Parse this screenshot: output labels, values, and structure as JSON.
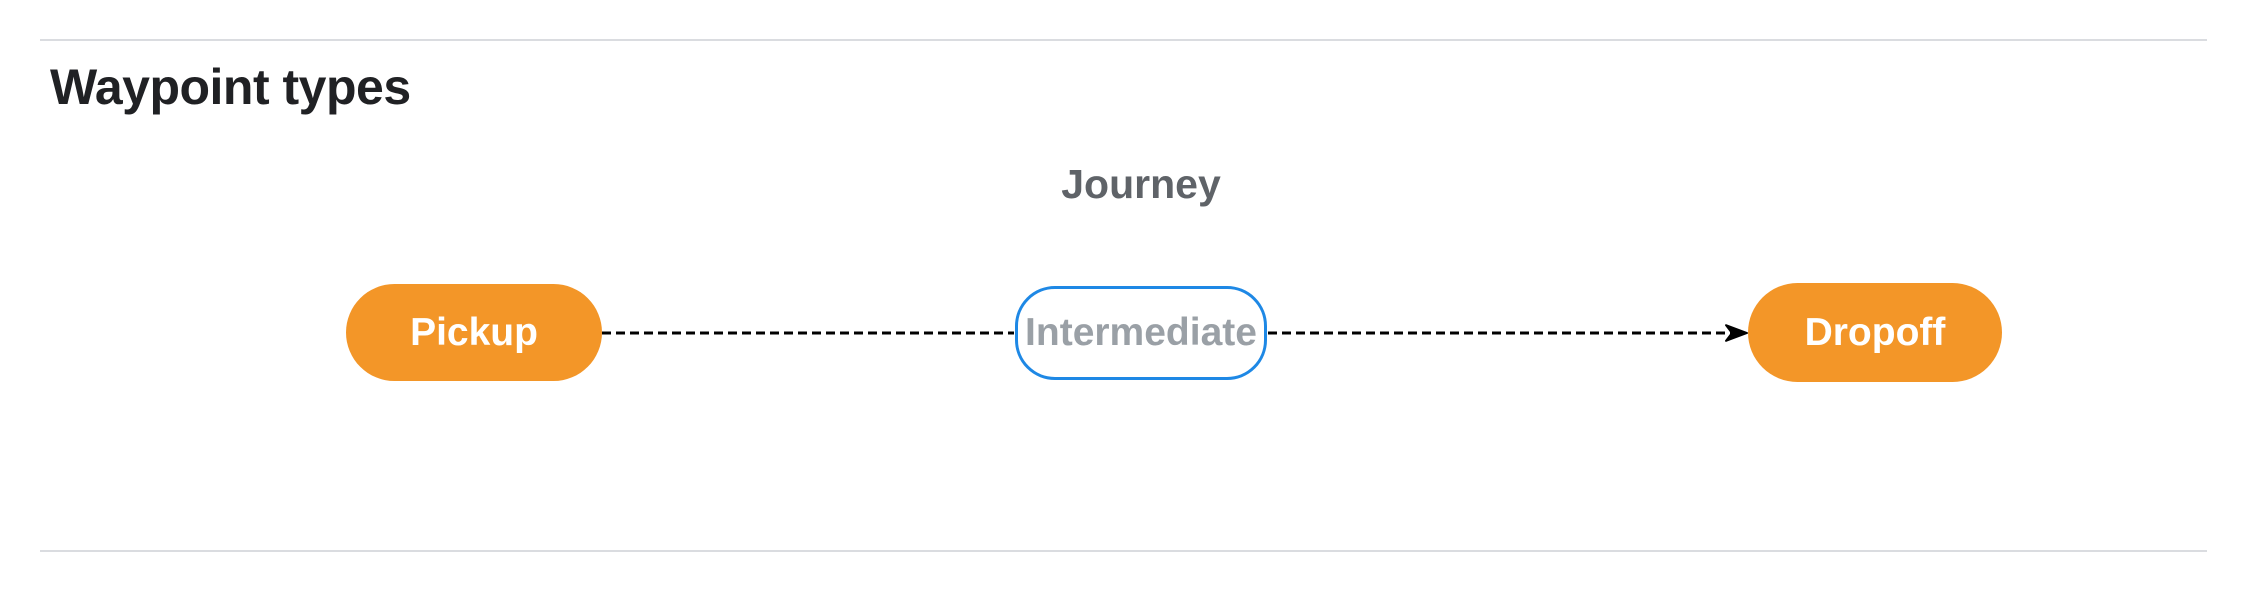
{
  "page": {
    "heading": "Waypoint types"
  },
  "diagram": {
    "group_label": "Journey",
    "nodes": [
      {
        "id": "pickup",
        "label": "Pickup",
        "style": "filled"
      },
      {
        "id": "intermediate",
        "label": "Intermediate",
        "style": "outlined"
      },
      {
        "id": "dropoff",
        "label": "Dropoff",
        "style": "filled"
      }
    ],
    "edges": [
      {
        "from": "pickup",
        "to": "intermediate",
        "style": "dashed",
        "arrowhead": false
      },
      {
        "from": "intermediate",
        "to": "dropoff",
        "style": "dashed",
        "arrowhead": true
      }
    ],
    "colors": {
      "node_fill_orange": "#F39628",
      "node_text_white": "#FFFFFF",
      "intermediate_border_blue": "#1E88E5",
      "intermediate_text_gray": "#9AA0A6",
      "group_label_gray": "#5F6368",
      "heading_text": "#202124",
      "divider_gray": "#DADCE0",
      "edge_black": "#000000"
    }
  }
}
